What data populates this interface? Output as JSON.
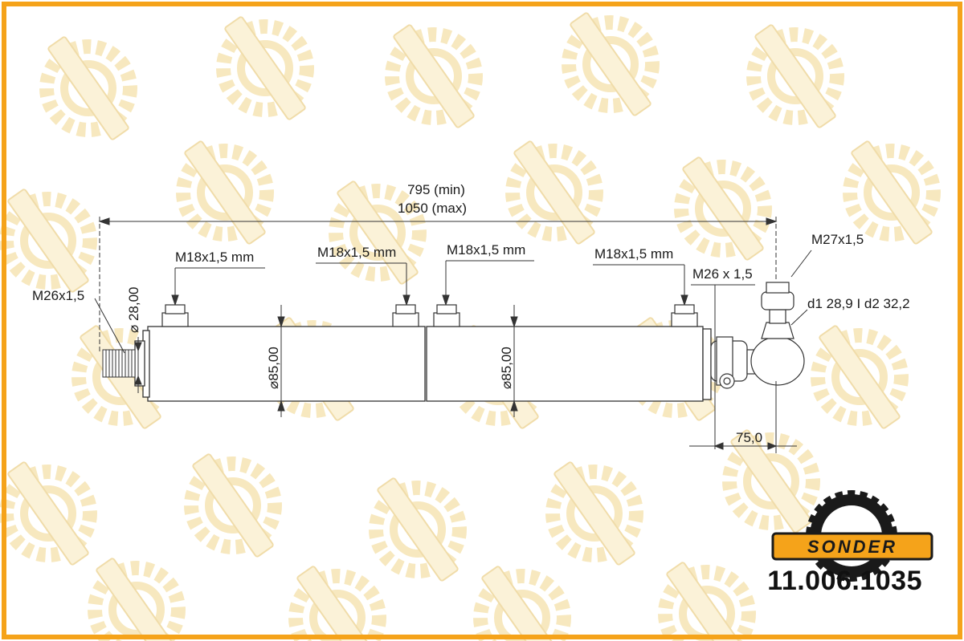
{
  "overall_dimension": {
    "min_label": "795 (min)",
    "max_label": "1050 (max)"
  },
  "ports": [
    {
      "label": "M18x1,5 mm"
    },
    {
      "label": "M18x1,5 mm"
    },
    {
      "label": "M18x1,5 mm"
    },
    {
      "label": "M18x1,5 mm"
    }
  ],
  "left_end": {
    "thread_label": "M26x1,5",
    "rod_diameter_label": "⌀ 28,00"
  },
  "cylinder": {
    "diameter_1_label": "⌀85,00",
    "diameter_2_label": "⌀85,00"
  },
  "right_end": {
    "thread_label": "M26 x 1,5",
    "ball_thread_label": "M27x1,5",
    "taper_label": "d1 28,9 I d2 32,2",
    "offset_label": "75,0"
  },
  "brand": {
    "name": "SONDER",
    "part_number": "11.006.1035",
    "frame_color": "#f5a31a",
    "watermark_color": "#f8e7b4"
  }
}
